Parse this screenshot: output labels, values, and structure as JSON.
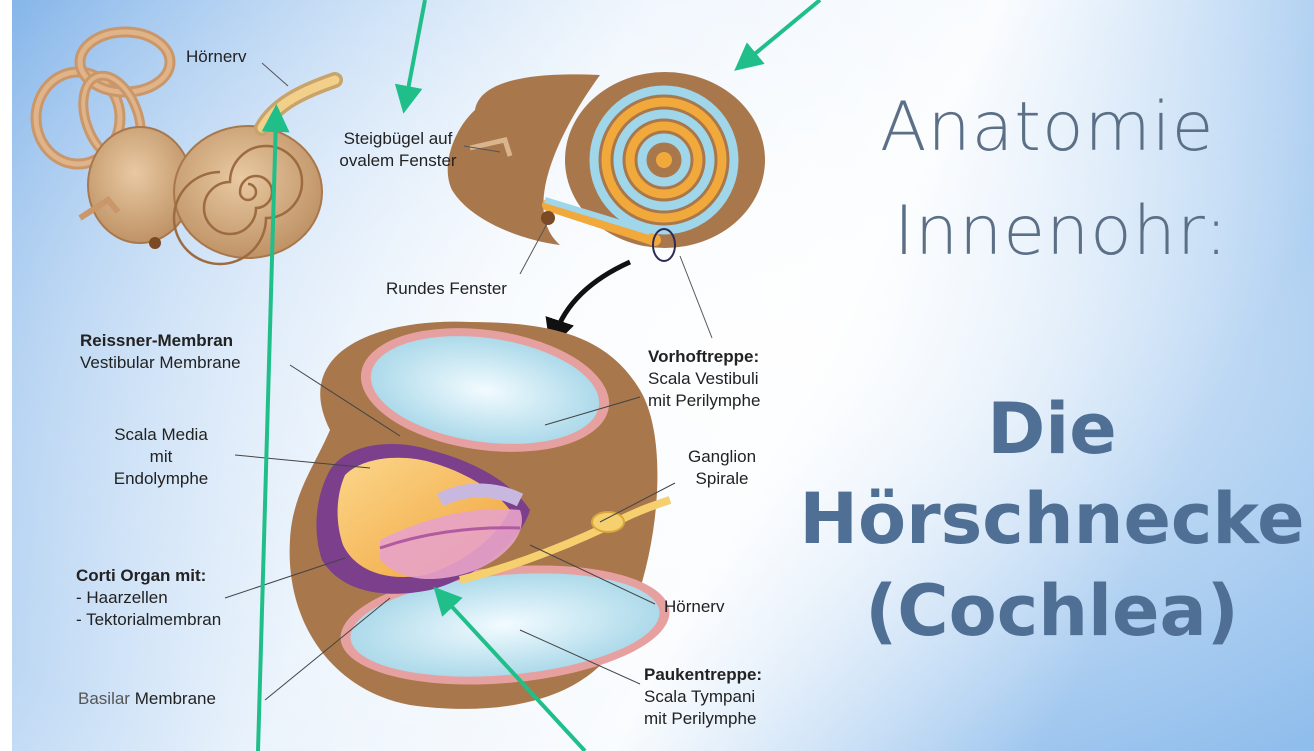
{
  "title": {
    "line1": "Anatomie",
    "line2": "Innenohr:",
    "sub1": "Die",
    "sub2": "Hörschnecke",
    "sub3": "(Cochlea)"
  },
  "labels": {
    "hoernerv_top": "Hörnerv",
    "steigbuegel_1": "Steigbügel auf",
    "steigbuegel_2": "ovalem Fenster",
    "rundes_fenster": "Rundes Fenster",
    "reissner_bold": "Reissner-Membran",
    "reissner_sub": "Vestibular Membrane",
    "scala_media_1": "Scala Media",
    "scala_media_2": "mit",
    "scala_media_3": "Endolymphe",
    "corti_bold": "Corti Organ mit:",
    "corti_1": "- Haarzellen",
    "corti_2": "- Tektorialmembran",
    "basilar_1": "Basilar",
    "basilar_2": "Membrane",
    "vorhof_bold": "Vorhoftreppe:",
    "vorhof_1": "Scala Vestibuli",
    "vorhof_2": "mit Perilymphe",
    "ganglion_1": "Ganglion",
    "ganglion_2": "Spirale",
    "hoernerv_mid": "Hörnerv",
    "pauken_bold": "Paukentreppe:",
    "pauken_1": "Scala Tympani",
    "pauken_2": "mit Perilymphe"
  },
  "colors": {
    "background_light": "#f4f8fd",
    "background_blue": "#7fb3ea",
    "arrow_green": "#20bf8a",
    "bone_brown": "#a9774c",
    "fluid_blue": "#bfe3ee",
    "nerve_yellow": "#f6cf6e",
    "media_orange": "#f4b04a",
    "membrane_purple": "#7b3f8c",
    "title_grey": "#5b6f86",
    "subtitle_blue": "#4f6f94"
  }
}
